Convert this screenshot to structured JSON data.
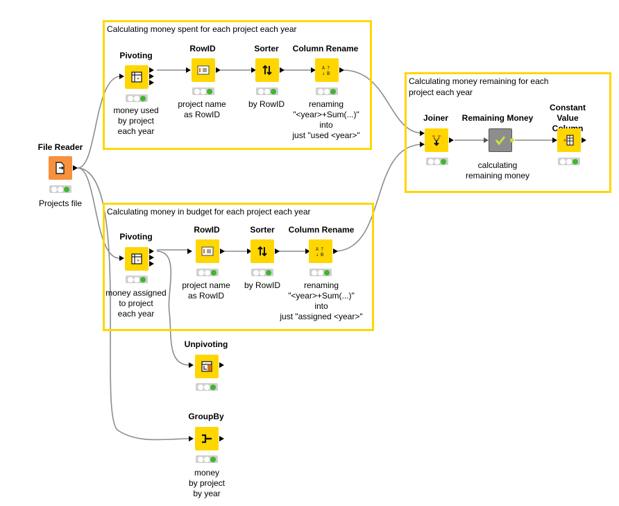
{
  "annotations": [
    {
      "id": "spent",
      "text": "Calculating money spent for each project each year"
    },
    {
      "id": "remaining",
      "text": "Calculating money remaining for each project each year"
    },
    {
      "id": "budget",
      "text": "Calculating money in budget for each project each year"
    }
  ],
  "nodes": {
    "file_reader": {
      "title": "File Reader",
      "label": "Projects file",
      "icon": "file-reader-icon"
    },
    "pivot1": {
      "title": "Pivoting",
      "label": "money used\nby project\neach year",
      "icon": "pivot-icon"
    },
    "rowid1": {
      "title": "RowID",
      "label": "project name\nas RowID",
      "icon": "rowid-icon"
    },
    "sorter1": {
      "title": "Sorter",
      "label": "by RowID",
      "icon": "sort-icon"
    },
    "rename1": {
      "title": "Column Rename",
      "label": "renaming\n\"<year>+Sum(...)\"\ninto\njust \"used <year>\"",
      "icon": "rename-icon"
    },
    "pivot2": {
      "title": "Pivoting",
      "label": "money assigned\nto project\neach year",
      "icon": "pivot-icon"
    },
    "rowid2": {
      "title": "RowID",
      "label": "project name\nas RowID",
      "icon": "rowid-icon"
    },
    "sorter2": {
      "title": "Sorter",
      "label": "by RowID",
      "icon": "sort-icon"
    },
    "rename2": {
      "title": "Column Rename",
      "label": "renaming\n\"<year>+Sum(...)\"\ninto\njust \"assigned <year>\"",
      "icon": "rename-icon"
    },
    "joiner": {
      "title": "Joiner",
      "label": "",
      "icon": "joiner-icon"
    },
    "remaining": {
      "title": "Remaining Money",
      "label": "calculating\nremaining money",
      "icon": "metanode-check-icon"
    },
    "constant": {
      "title": "Constant\nValue Column",
      "label": "",
      "icon": "constant-column-icon"
    },
    "unpivot": {
      "title": "Unpivoting",
      "label": "",
      "icon": "unpivot-icon"
    },
    "groupby": {
      "title": "GroupBy",
      "label": "money\nby project\nby year",
      "icon": "groupby-icon"
    }
  },
  "colors": {
    "annotation_border": "#ffd600",
    "node_yellow": "#ffd600",
    "node_orange": "#f7913d",
    "metanode_gray": "#8d8d8d",
    "status_green": "#3fb62f",
    "connection": "#8c8c8c"
  }
}
